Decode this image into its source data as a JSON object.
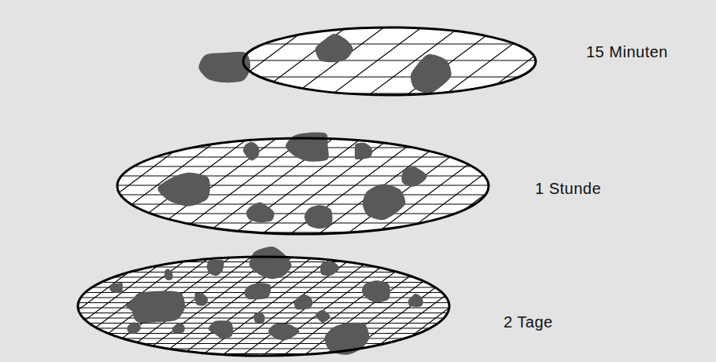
{
  "diagram": {
    "labels": [
      "15 Minuten",
      "1 Stunde",
      "2 Tage"
    ]
  }
}
